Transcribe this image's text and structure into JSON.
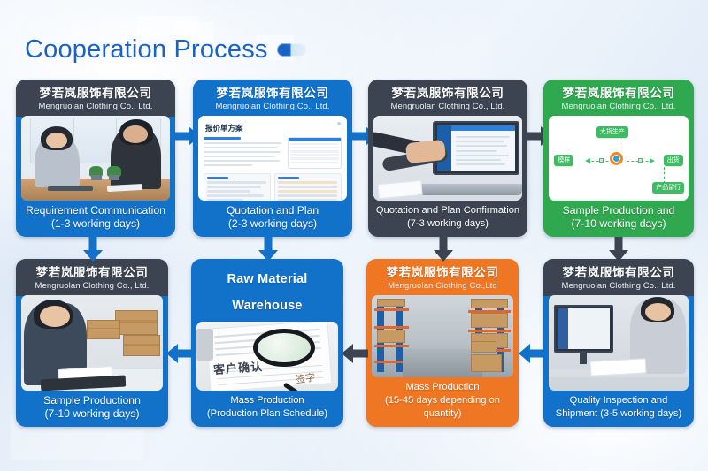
{
  "page": {
    "title": "Cooperation Process",
    "brand_cn": "梦若岚服饰有限公司",
    "brand_en": "Mengruolan Clothing Co., Ltd.",
    "accent_blue": "#1271c8",
    "accent_dark": "#3b4450",
    "accent_green": "#2fa84f",
    "accent_orange": "#ef7622",
    "title_color": "#1a62c4"
  },
  "steps": [
    {
      "id": "requirement-communication",
      "header_cn": "梦若岚服饰有限公司",
      "header_en": "Mengruolan Clothing Co., Ltd.",
      "caption_line1": "Requirement Communication",
      "caption_line2": "(1-3 working days)",
      "color": "#1271c8",
      "header_color": "#3b4450"
    },
    {
      "id": "quotation-and-plan",
      "header_cn": "梦若岚服饰有限公司",
      "header_en": "Mengruolan Clothing Co., Ltd.",
      "caption_line1": "Quotation and Plan",
      "caption_line2": "(2-3 working days)",
      "color": "#1271c8",
      "header_color": "#1271c8",
      "doc_title": "报价单方案"
    },
    {
      "id": "quotation-and-plan-confirmation",
      "header_cn": "梦若岚服饰有限公司",
      "header_en": "Mengruolan Clothing Co., Ltd.",
      "caption_line1": "Quotation and Plan Confirmation",
      "caption_line2": "(7-3 working days)",
      "color": "#3b4450",
      "header_color": "#3b4450"
    },
    {
      "id": "sample-production-and",
      "header_cn": "梦若岚服饰有限公司",
      "header_en": "Mengruolan Clothing Co., Ltd.",
      "caption_line1": "Sample Production and",
      "caption_line2": "(7-10 working days)",
      "color": "#2fa84f",
      "header_color": "#2fa84f",
      "flow_nodes": {
        "top": "大货生产",
        "left": "模样",
        "right": "出货",
        "bottom": "产品留行"
      }
    },
    {
      "id": "quality-inspection-and-shipment",
      "header_cn": "梦若岚服饰有限公司",
      "header_en": "Mengruolan Clothing Co., Ltd.",
      "caption_line1": "Quality Inspection and",
      "caption_line2": "Shipment (3-5 working days)",
      "color": "#1271c8",
      "header_color": "#3b4450"
    },
    {
      "id": "mass-production-warehouse",
      "header_cn": "梦若岚服饰有限公司",
      "header_en": "Mengruolan Clothing Co.,Ltd",
      "caption_line1": "Mass Production",
      "caption_line2": "(15-45 days depending on quantity)",
      "color": "#ef7622",
      "header_color": "#ef7622"
    },
    {
      "id": "mass-production-plan",
      "header_en_only": "Raw Material Warehouse",
      "caption_line1": "Mass Production",
      "caption_line2": "(Production Plan Schedule)",
      "color": "#1271c8",
      "header_color": "#1271c8",
      "doc_stamp": "客户确认",
      "doc_signature": "签字"
    },
    {
      "id": "sample-productionn",
      "header_cn": "梦若岚服饰有限公司",
      "header_en": "Mengruolan Clothing Co., Ltd.",
      "caption_line1": "Sample Productionn",
      "caption_line2": "(7-10 working days)",
      "color": "#1271c8",
      "header_color": "#3b4450"
    }
  ],
  "connectors": [
    {
      "id": "arrow-step1-step2",
      "direction": "right",
      "color": "#1271c8"
    },
    {
      "id": "arrow-step2-step3",
      "direction": "right",
      "color": "#1271c8"
    },
    {
      "id": "arrow-step3-step4",
      "direction": "right",
      "color": "#3b4450"
    },
    {
      "id": "arrow-step4-step5",
      "direction": "down",
      "color": "#3b4450"
    },
    {
      "id": "arrow-step5-step6",
      "direction": "left",
      "color": "#1271c8"
    },
    {
      "id": "arrow-step6-step7",
      "direction": "left",
      "color": "#3b4450"
    },
    {
      "id": "arrow-step7-step8",
      "direction": "left",
      "color": "#1271c8"
    },
    {
      "id": "arrow-step8-down",
      "direction": "down",
      "color": "#1271c8"
    }
  ]
}
